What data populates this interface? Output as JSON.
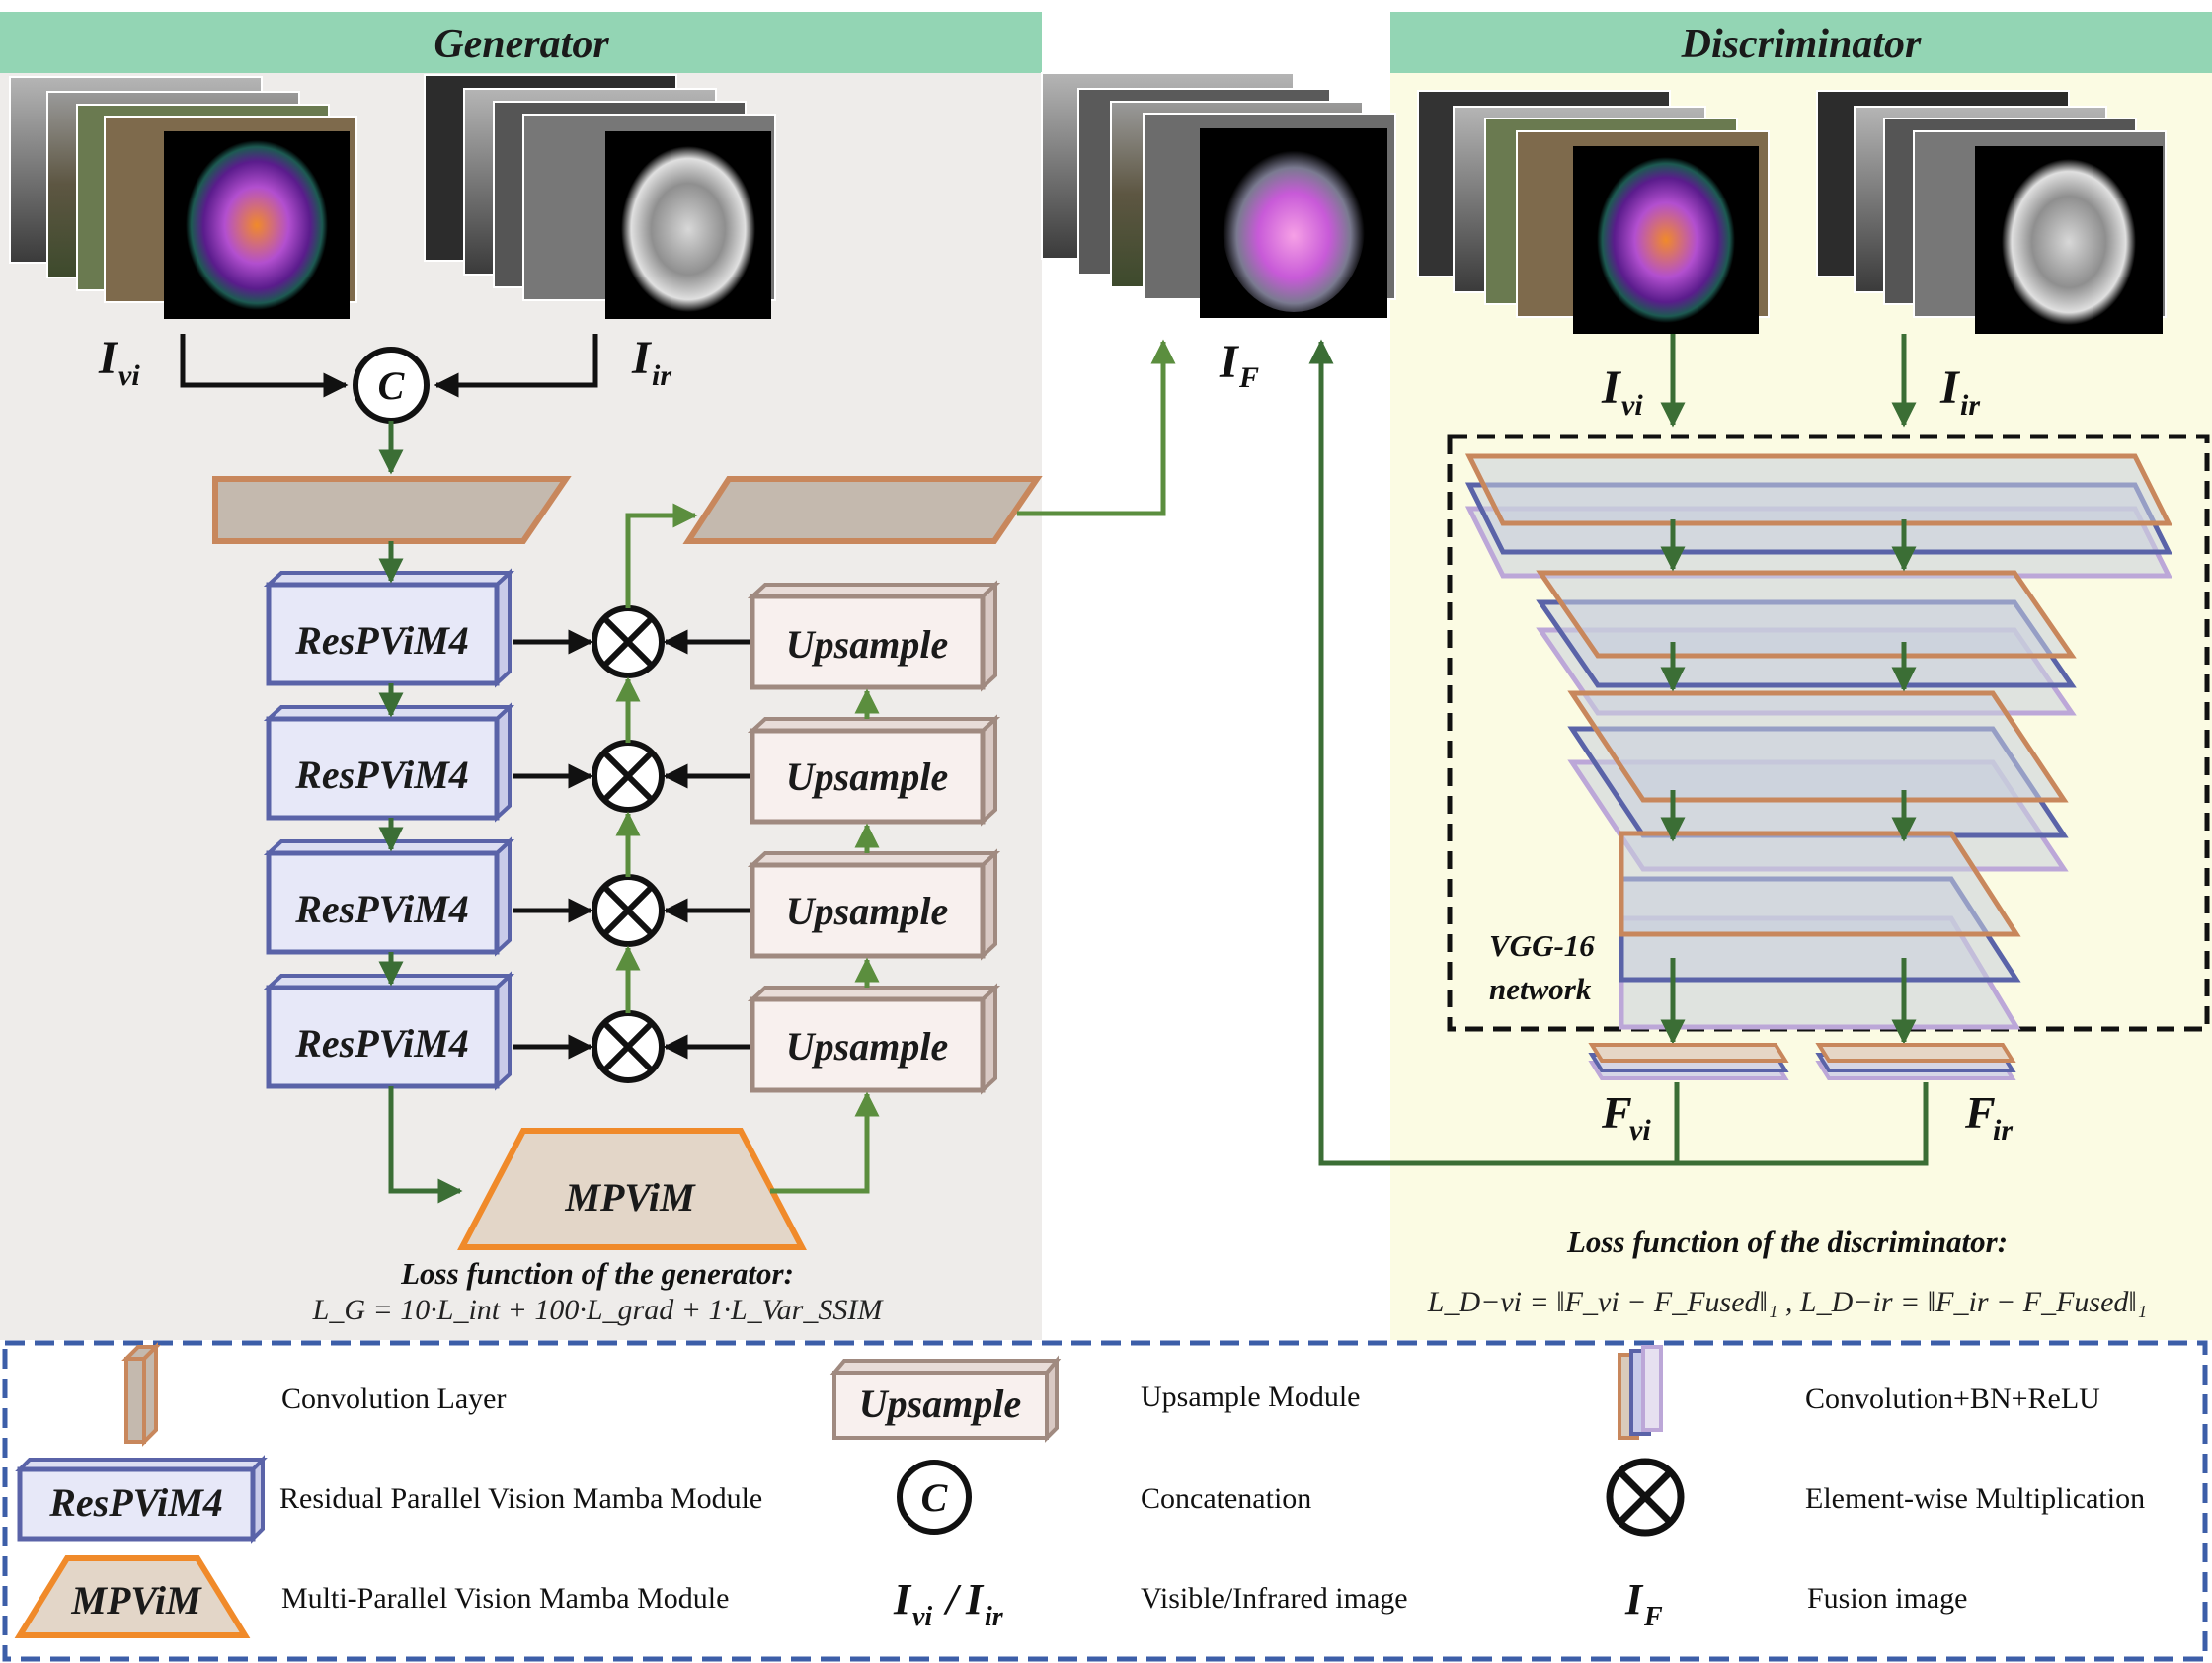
{
  "generator": {
    "title": "Generator",
    "resblock_label": "ResPViM4",
    "upsample_label": "Upsample",
    "mpvim_label": "MPViM",
    "concat_symbol": "C",
    "loss_title": "Loss function of the generator:",
    "loss_equation": "L_G = 10·L_int + 100·L_grad + 1·L_Var_SSIM"
  },
  "discriminator": {
    "title": "Discriminator",
    "vgg_label_line1": "VGG-16",
    "vgg_label_line2": "network",
    "loss_title": "Loss function of the discriminator:",
    "loss_equation": "L_D−vi = ‖F_vi − F_Fused‖₁ ,  L_D−ir = ‖F_ir − F_Fused‖₁"
  },
  "symbols": {
    "I_vi": {
      "base": "I",
      "sub": "vi"
    },
    "I_ir": {
      "base": "I",
      "sub": "ir"
    },
    "I_F": {
      "base": "I",
      "sub": "F"
    },
    "F_vi": {
      "base": "F",
      "sub": "vi"
    },
    "F_ir": {
      "base": "F",
      "sub": "ir"
    }
  },
  "legend": {
    "conv_layer": "Convolution Layer",
    "upsample_icon": "Upsample",
    "upsample_module": "Upsample Module",
    "conv_bn_relu": "Convolution+BN+ReLU",
    "respvim_icon": "ResPViM4",
    "respvim_desc": "Residual  Parallel Vision Mamba Module",
    "concat_symbol": "C",
    "concatenation": "Concatenation",
    "elementwise": "Element-wise Multiplication",
    "mpvim_icon": "MPViM",
    "mpvim_desc": "Multi-Parallel Vision Mamba Module",
    "vi_ir_desc": "Visible/Infrared image",
    "fusion_desc": "Fusion image"
  },
  "colors": {
    "header_green": "#93d5b4",
    "generator_bg": "#eeecea",
    "discriminator_bg": "#fbfbe3",
    "res_blue": "#5a63a8",
    "res_fill": "#e7e8f8",
    "orange": "#c8875c",
    "mpvim_orange": "#f08a2a",
    "arrow_green": "#3b6e35",
    "legend_border": "#3c5ea8"
  }
}
